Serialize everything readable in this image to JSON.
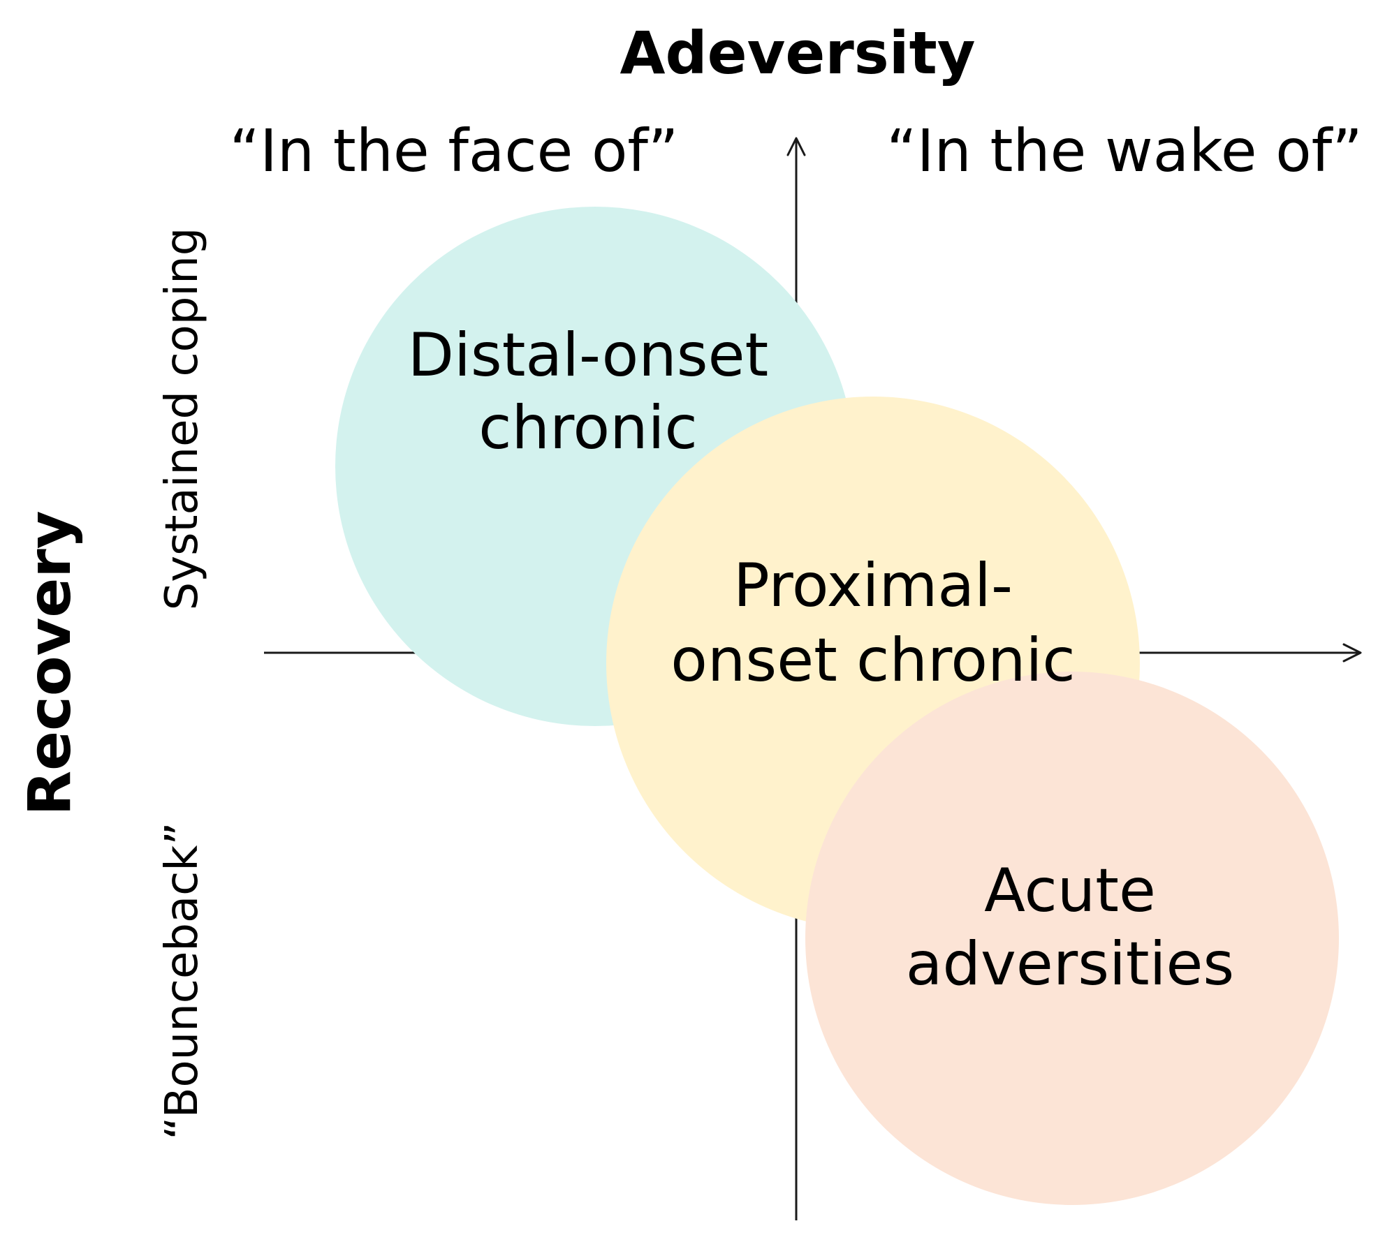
{
  "colors": {
    "distal": "#d3f2ee",
    "proximal": "#fff2cc",
    "acute": "#fce4d6",
    "axis": "#1a1a1a",
    "text": "#000000"
  },
  "axes": {
    "vertical_title": "Adeversity",
    "horizontal_title": "Recovery"
  },
  "quadrant_labels": {
    "top_left": "“In the face of”",
    "top_right": "“In the wake of”"
  },
  "side_labels": {
    "upper": "Systained coping",
    "lower": "“Bounceback”"
  },
  "circles": {
    "distal": {
      "line1": "Distal-onset",
      "line2": "chronic"
    },
    "proximal": {
      "line1": "Proximal-",
      "line2": "onset chronic"
    },
    "acute": {
      "line1": "Acute",
      "line2": "adversities"
    }
  }
}
